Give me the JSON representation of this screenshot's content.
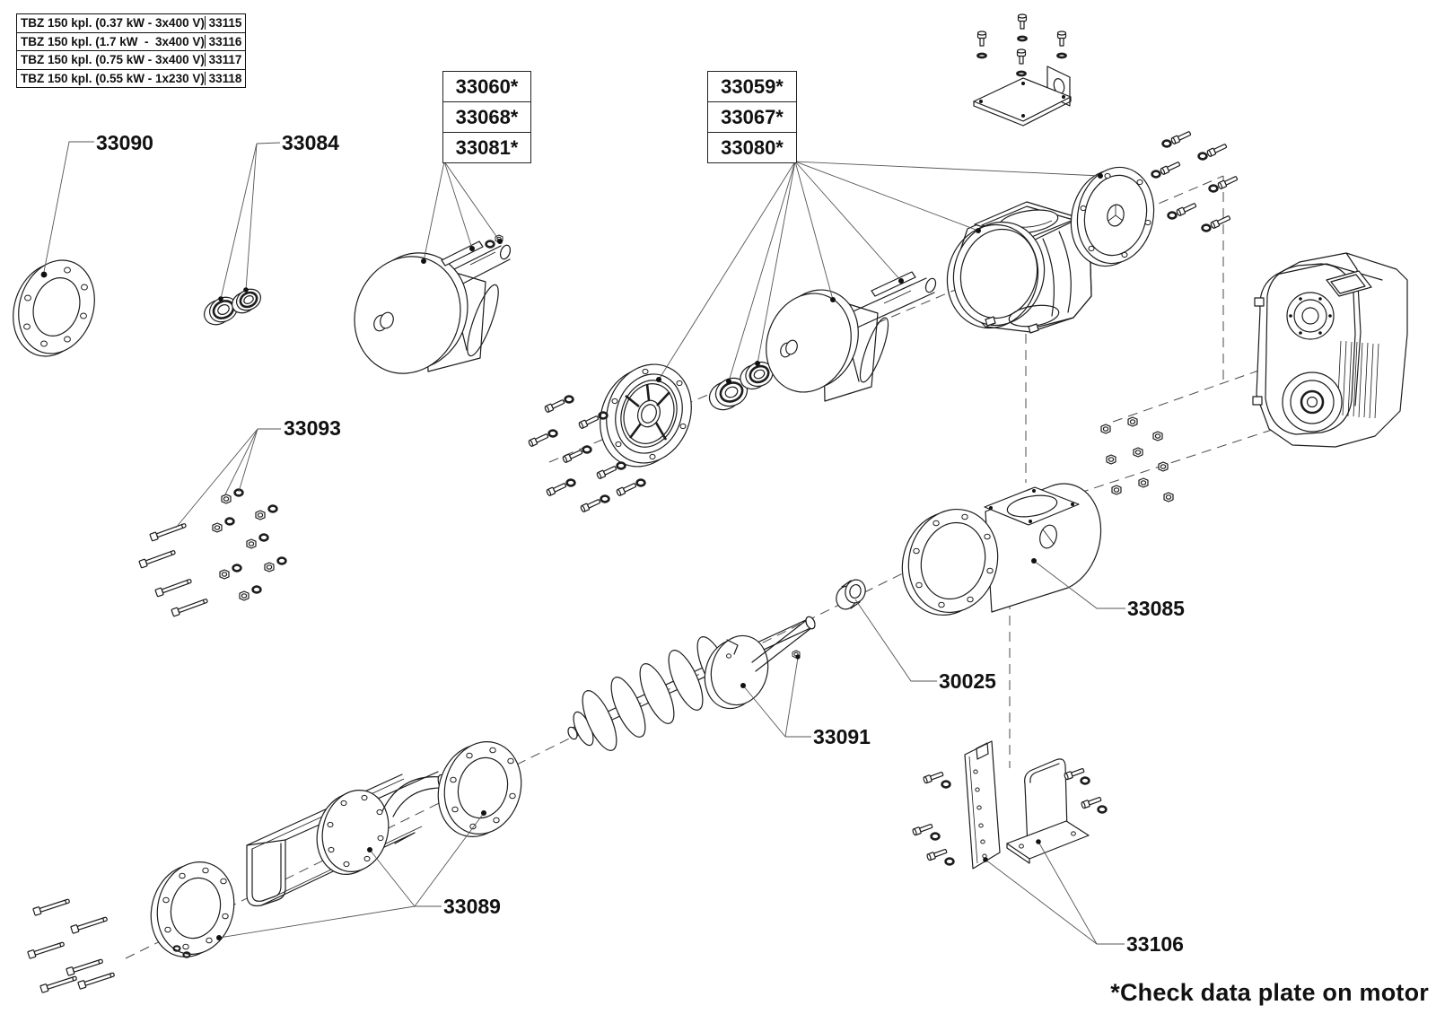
{
  "page": {
    "background": "#ffffff",
    "line_color": "#1c1c1c",
    "footnote": "*Check data plate on motor"
  },
  "variant_table": {
    "rows": [
      {
        "description": "TBZ 150 kpl. (0.37 kW - 3x400 V)",
        "code": "33115"
      },
      {
        "description": "TBZ 150 kpl. (1.7 kW  -  3x400 V)",
        "code": "33116"
      },
      {
        "description": "TBZ 150 kpl. (0.75 kW - 3x400 V)",
        "code": "33117"
      },
      {
        "description": "TBZ 150 kpl. (0.55 kW - 1x230 V)",
        "code": "33118"
      }
    ]
  },
  "callout_boxes": {
    "left": {
      "rows": [
        "33060*",
        "33068*",
        "33081*"
      ]
    },
    "right": {
      "rows": [
        "33059*",
        "33067*",
        "33080*"
      ]
    }
  },
  "part_labels": {
    "p33090": "33090",
    "p33084": "33084",
    "p33093": "33093",
    "p33085": "33085",
    "p30025": "30025",
    "p33091": "33091",
    "p33089": "33089",
    "p33106": "33106"
  },
  "parts": [
    "flange-33090",
    "shaft-seals-33084",
    "rotor-assembly-left",
    "fastener-set-33093",
    "mounting-bracket",
    "bearing-flange",
    "bearing-pair",
    "rotor-assembly-right",
    "valve-housing",
    "end-cover",
    "cover-fasteners",
    "nut-set",
    "gear-motor",
    "inlet-housing-33085",
    "bushing-30025",
    "auger-33091",
    "trough-33089",
    "support-brackets-33106",
    "bolt-set-bottom-left"
  ]
}
